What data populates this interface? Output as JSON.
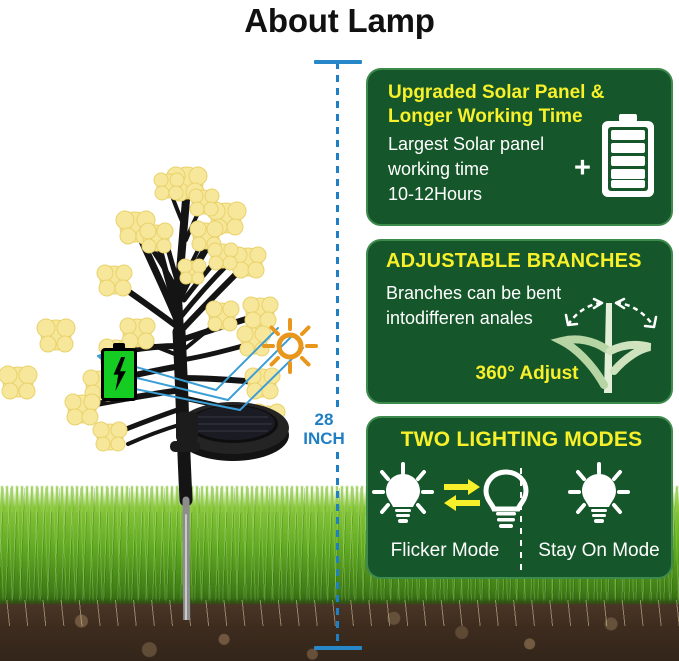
{
  "page": {
    "title": "About Lamp",
    "background_color": "#ffffff"
  },
  "dimension": {
    "value": "28",
    "unit": "INCH",
    "color": "#1f7fc4",
    "orientation": "vertical"
  },
  "product": {
    "name": "solar-flower-tree-lamp",
    "branch_color": "#141414",
    "blossom_color": "#f6e28a",
    "battery_badge": {
      "icon": "battery-charging-icon",
      "fill_color": "#14cc22",
      "bolt_color": "#000000"
    },
    "sun": {
      "icon": "sun-icon",
      "color": "#e8971c"
    },
    "solar_panel": {
      "icon": "round-solar-panel",
      "color": "#1c1c1c"
    },
    "light_rays": {
      "color": "#3b9fd6"
    }
  },
  "ground": {
    "grass_color": "#63ac23",
    "soil_color": "#3d2c1e"
  },
  "boxes": {
    "background_color": "#15572a",
    "border_color": "#3d8a4d",
    "accent_color": "#f7f02a",
    "text_color": "#ffffff",
    "items": [
      {
        "id": "solar-panel",
        "heading_line1": "Upgraded Solar Panel &",
        "heading_line2": "Longer Working Time",
        "body_line1": "Largest Solar panel",
        "body_line2": "working time",
        "body_line3": "10-12Hours",
        "plus_symbol": "+",
        "icon": "battery-full-icon"
      },
      {
        "id": "adjustable-branches",
        "heading": "ADJUSTABLE BRANCHES",
        "body_line1": "Branches can be bent",
        "body_line2": "intodifferen anales",
        "footer": "360° Adjust",
        "icon": "bendable-branch-diagram"
      },
      {
        "id": "lighting-modes",
        "heading": "TWO LIGHTING MODES",
        "mode_left": "Flicker Mode",
        "mode_right": "Stay On Mode",
        "icon_left": "flickering-bulb-icon",
        "icon_swap": "swap-arrows-icon",
        "icon_left_secondary": "bulb-outline-icon",
        "icon_right": "lit-bulb-icon"
      }
    ]
  }
}
